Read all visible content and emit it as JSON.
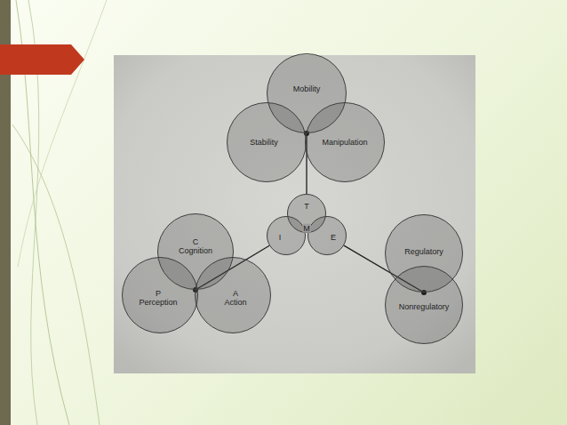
{
  "diagram": {
    "nodes": [
      {
        "text": [
          "Mobility"
        ]
      },
      {
        "text": [
          "Stability"
        ]
      },
      {
        "text": [
          "Manipulation"
        ]
      },
      {
        "text": [
          "T"
        ]
      },
      {
        "text": [
          "I"
        ]
      },
      {
        "text": [
          "E"
        ]
      },
      {
        "text": [
          "C Cognition"
        ]
      },
      {
        "text": [
          "P Perception"
        ]
      },
      {
        "text": [
          "A Action"
        ]
      },
      {
        "text": [
          "Regulatory"
        ]
      },
      {
        "text": [
          "Nonregulatory"
        ]
      }
    ],
    "edges": [
      {
        "from": 3,
        "to": 0,
        "arrow": "none"
      },
      {
        "from": 4,
        "to": 6,
        "arrow": "none"
      },
      {
        "from": 5,
        "to": 9,
        "arrow": "none"
      }
    ],
    "labels": [
      "M"
    ]
  }
}
